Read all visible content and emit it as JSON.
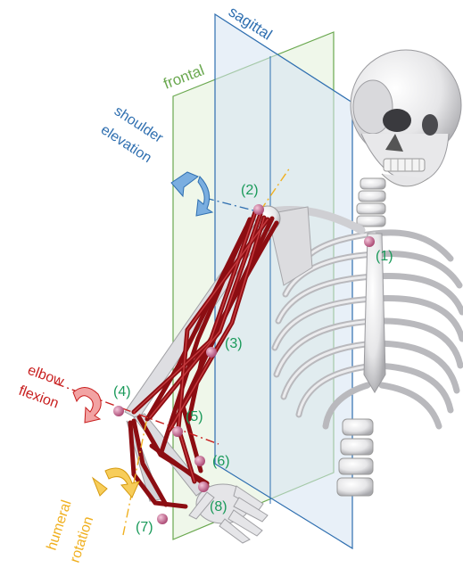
{
  "colors": {
    "frontal": "#6aa84f",
    "sagittal": "#2f6fb0",
    "shoulder": "#2f6fb0",
    "elbow": "#c81e1e",
    "humeral": "#f0b020",
    "marker_text": "#1a9a5a",
    "marker_fill": "#c8678e",
    "muscle": "#8c0d12",
    "bone": "#e4e4e6"
  },
  "planes": {
    "frontal": "frontal",
    "sagittal": "sagittal"
  },
  "axes": {
    "shoulder": [
      "shoulder",
      "elevation"
    ],
    "elbow": [
      "elbow",
      "flexion"
    ],
    "humeral": [
      "humeral",
      "rotation"
    ]
  },
  "markers": [
    {
      "id": "1",
      "label": "(1)"
    },
    {
      "id": "2",
      "label": "(2)"
    },
    {
      "id": "3",
      "label": "(3)"
    },
    {
      "id": "4",
      "label": "(4)"
    },
    {
      "id": "5",
      "label": "(5)"
    },
    {
      "id": "6",
      "label": "(6)"
    },
    {
      "id": "7",
      "label": "(7)"
    },
    {
      "id": "8",
      "label": "(8)"
    }
  ]
}
